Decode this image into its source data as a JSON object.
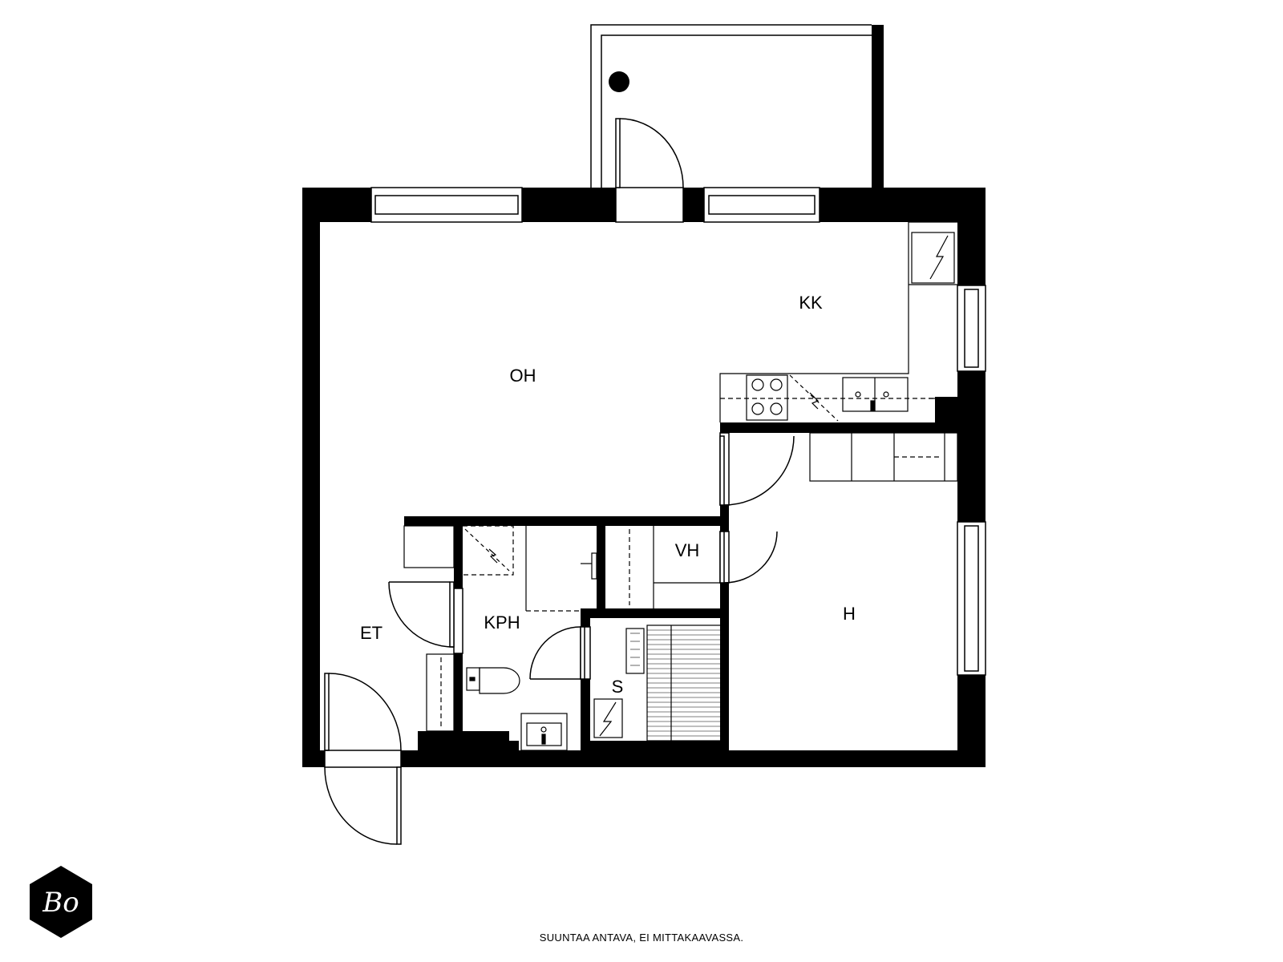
{
  "rooms": {
    "living": "OH",
    "kitchen": "KK",
    "entrance": "ET",
    "bathroom": "KPH",
    "wardrobe": "VH",
    "sauna": "S",
    "bedroom": "H"
  },
  "disclaimer": "SUUNTAA ANTAVA, EI MITTAKAAVASSA.",
  "logo": {
    "text": "Bo",
    "icon": "hexagon-logo-icon",
    "color": "#000000"
  },
  "colors": {
    "wall": "#000000",
    "background": "#ffffff",
    "line": "#000000"
  }
}
